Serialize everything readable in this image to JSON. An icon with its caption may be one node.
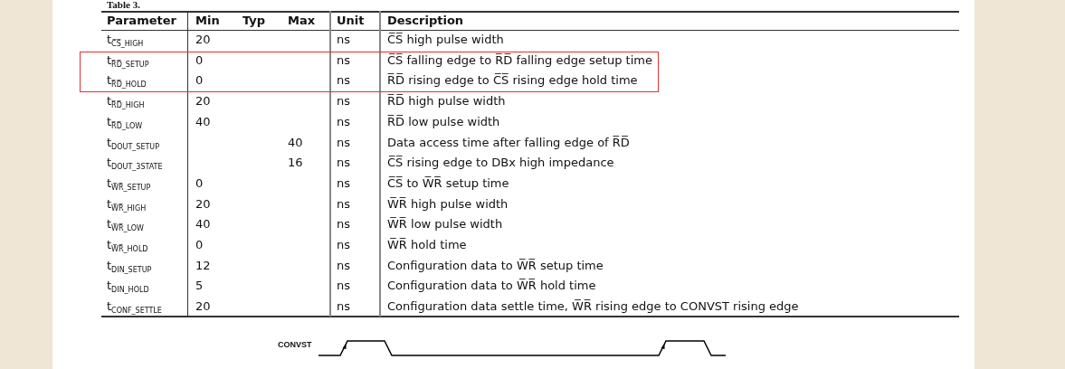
{
  "diagram": {
    "title": "Table 3.",
    "labels": [
      "Parameter",
      "Min",
      "Typ",
      "Max",
      "Unit",
      "Description",
      "t$_{C̅S̅_HIGH}$",
      "20",
      "ns",
      "C̅S̅ high pulse width",
      "t$_{R̅D̅_SETUP}$",
      "0",
      "ns",
      "C̅S̅ falling edge to R̅D̅ falling edge setup time",
      "t$_{R̅D̅_HOLD}$",
      "0",
      "ns",
      "R̅D̅ rising edge to C̅S̅ rising edge hold time",
      "t$_{R̅D̅_HIGH}$",
      "20",
      "ns",
      "R̅D̅ high pulse width",
      "t$_{R̅D̅_LOW}$",
      "40",
      "ns",
      "R̅D̅ low pulse width",
      "t$_{DOUT_SETUP}$",
      "40",
      "ns",
      "Data access time after falling edge of R̅D̅",
      "t$_{DOUT_3STATE}$",
      "16",
      "ns",
      "C̅S̅ rising edge to DBx high impedance",
      "t$_{W̅R̅_SETUP}$",
      "0",
      "ns",
      "C̅S̅ to W̅R̅ setup time",
      "t$_{W̅R̅_HIGH}$",
      "20",
      "ns",
      "W̅R̅ high pulse width",
      "t$_{W̅R̅_LOW}$",
      "40",
      "ns",
      "W̅R̅ low pulse width",
      "t$_{W̅R̅_HOLD}$",
      "0",
      "ns",
      "W̅R̅ hold time",
      "t$_{DIN_SETUP}$",
      "12",
      "ns",
      "Configuration data to W̅R̅ setup time",
      "t$_{DIN_HOLD}$",
      "5",
      "ns",
      "Configuration data to W̅R̅ hold time",
      "t$_{CONF_SETTLE}$",
      "20",
      "ns",
      "Configuration data settle time, W̅R̅ rising edge to CONVST rising edge",
      "CONVST"
    ]
  }
}
